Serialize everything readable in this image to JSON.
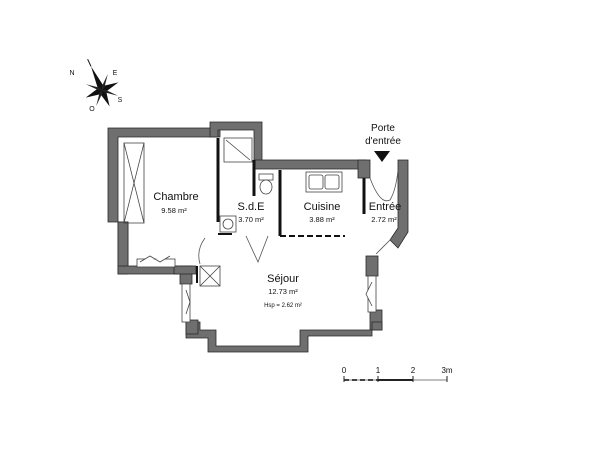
{
  "plan": {
    "rooms": [
      {
        "name": "Chambre",
        "area": "9.58 m²"
      },
      {
        "name": "S.d.E",
        "area": "3.70 m²"
      },
      {
        "name": "Cuisine",
        "area": "3.88 m²"
      },
      {
        "name": "Entrée",
        "area": "2.72 m²"
      },
      {
        "name": "Séjour",
        "area": "12.73 m²",
        "note": "Hsp = 2.62 m²"
      }
    ],
    "entrance": {
      "label_line1": "Porte",
      "label_line2": "d'entrée"
    },
    "compass": {
      "labels": [
        "N",
        "E",
        "S",
        "O"
      ],
      "icon": "compass-rose-icon"
    },
    "scale": {
      "ticks": [
        "0",
        "1",
        "2",
        "3m"
      ]
    },
    "colors": {
      "wall": "#6f6f6f",
      "wall_edge": "#2a2a2a",
      "fixture": "#555555",
      "background": "#ffffff"
    }
  }
}
